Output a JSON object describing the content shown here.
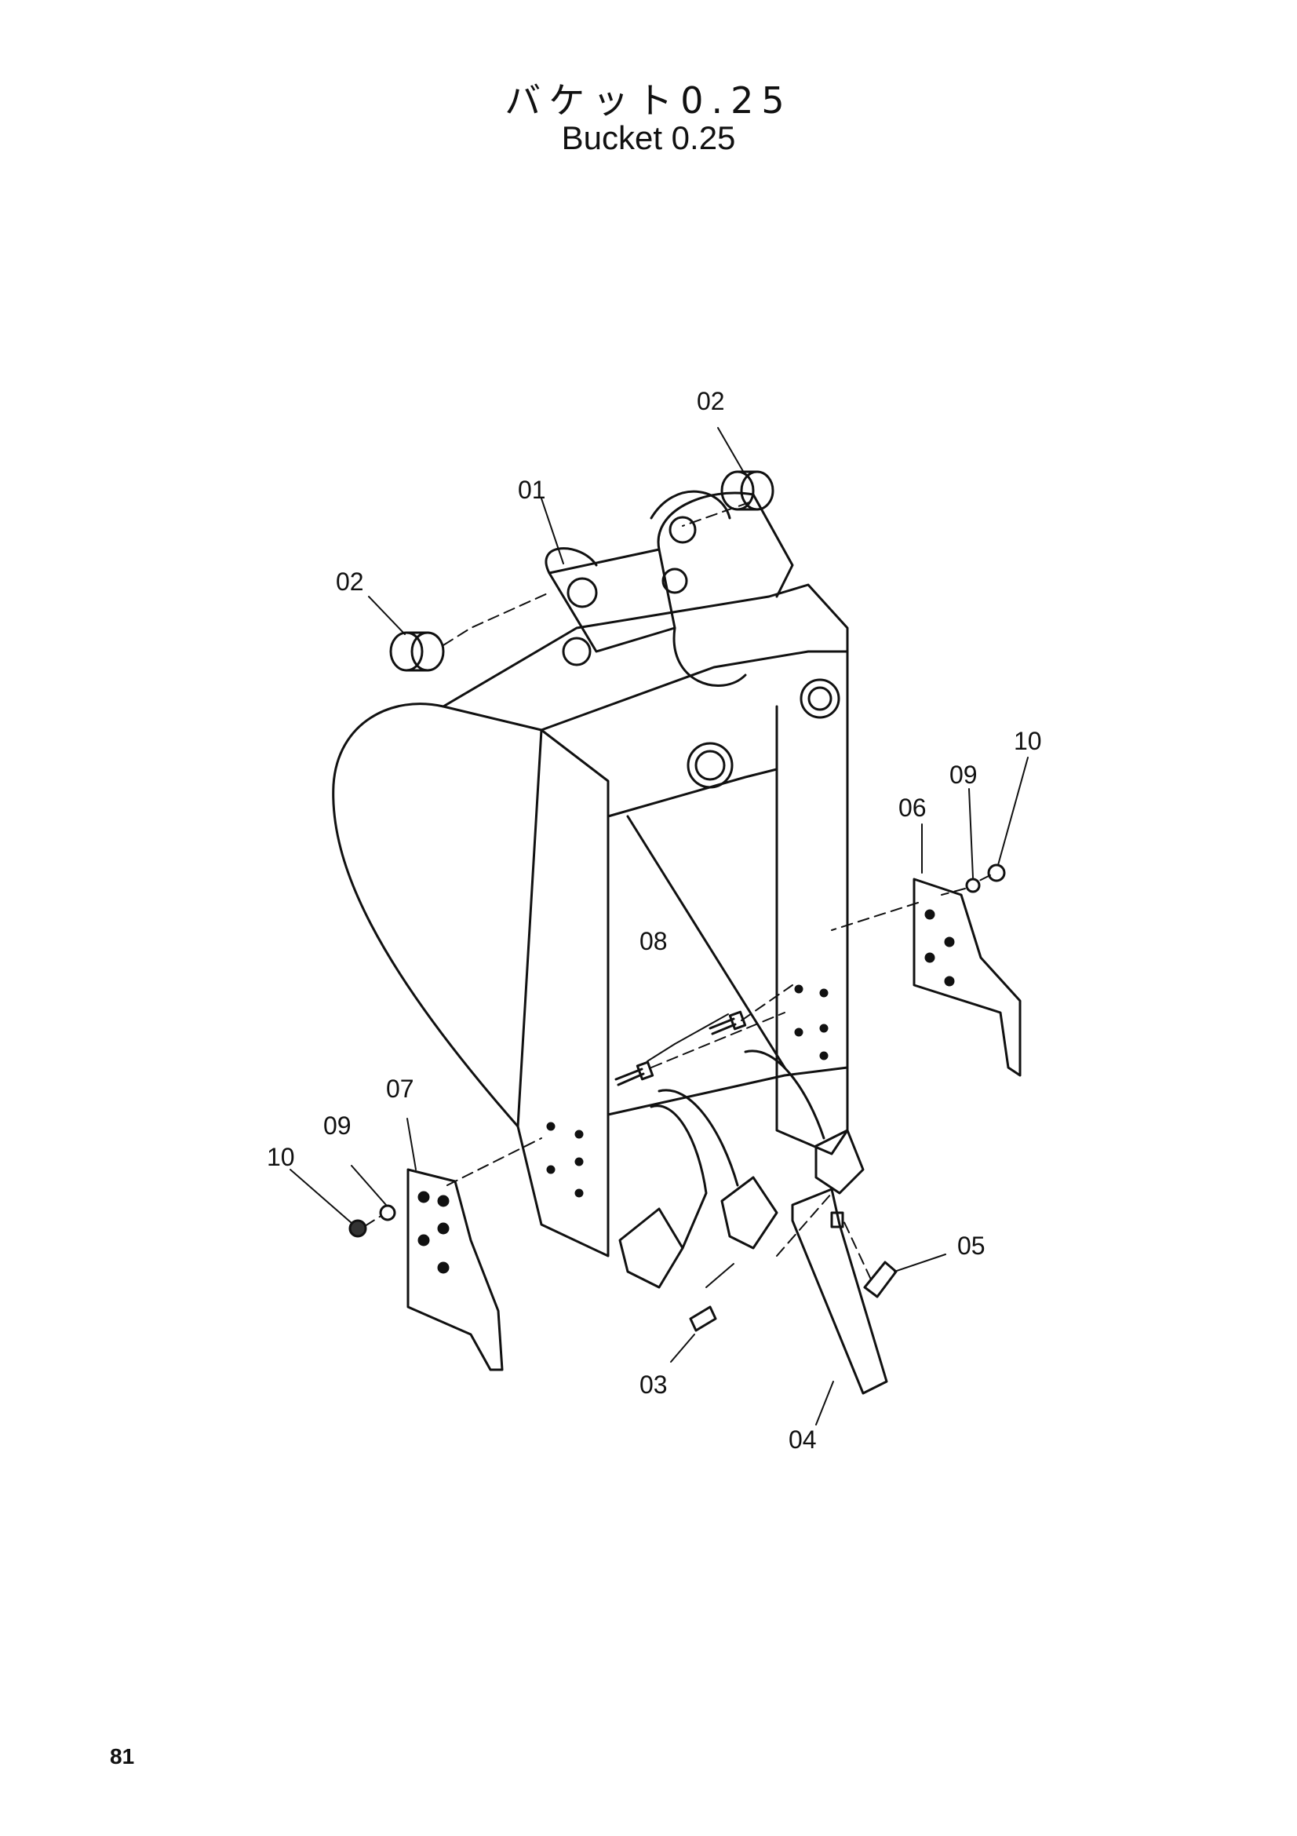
{
  "title": {
    "japanese": "バケット0.25",
    "english": "Bucket 0.25"
  },
  "page_number": "81",
  "callouts": {
    "c01": "01",
    "c02a": "02",
    "c02b": "02",
    "c03": "03",
    "c04": "04",
    "c05": "05",
    "c06": "06",
    "c07": "07",
    "c08": "08",
    "c09a": "09",
    "c09b": "09",
    "c10a": "10",
    "c10b": "10"
  }
}
